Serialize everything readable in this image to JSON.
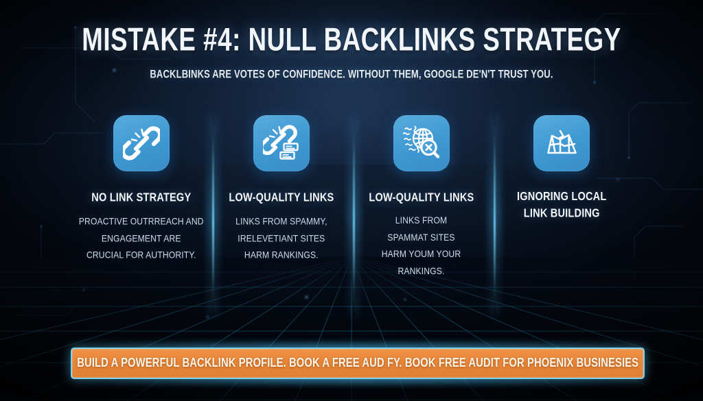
{
  "slide": {
    "title": "MISTAKE #4: NULL BACKLINKS STRATEGY",
    "subtitle": "BACKLBINKS ARE VOTES OF CONFIDENCE. WITHOUT THEM, GOOGLE DE'N'T TRUST YOU."
  },
  "colors": {
    "background": "#0b1526",
    "icon_tile": "#4a9fd6",
    "divider_glow": "#6fcdf0",
    "cta_fill": "#e8863a",
    "cta_border": "#7fd2ee",
    "title_text": "#f2f6fb",
    "body_text": "#cfdceb"
  },
  "columns": [
    {
      "icon": "broken-chain-link-icon",
      "title": "NO LINK STRATEGY",
      "body": "PROACTIVE OUTRREACH AND\nENGAGEMENT ARE\nCRUCIAL FOR AUTHORITY."
    },
    {
      "icon": "broken-chain-documents-icon",
      "title": "LOW-QUALITY LINKS",
      "body": "LINKS FROM SPAMMY,\nIRELEVETIANT SITES\nHARM RANKINGS."
    },
    {
      "icon": "globe-magnifier-x-icon",
      "title": "LOW-QUALITY LINKS",
      "body": "LINKS FROM\nSPAMMAT SITES\nHARM YOUM YOUR\nRANKINGS."
    },
    {
      "icon": "folded-map-icon",
      "title": "IGNORING LOCAL\nLINK BUILDING",
      "body": ""
    }
  ],
  "cta": {
    "text": "BUILD A POWERFUL BACKLINK PROFILE. BOOK A FREE AUD FY. BOOK FREE AUDIT FOR PHOENIX BUSINESIES"
  }
}
